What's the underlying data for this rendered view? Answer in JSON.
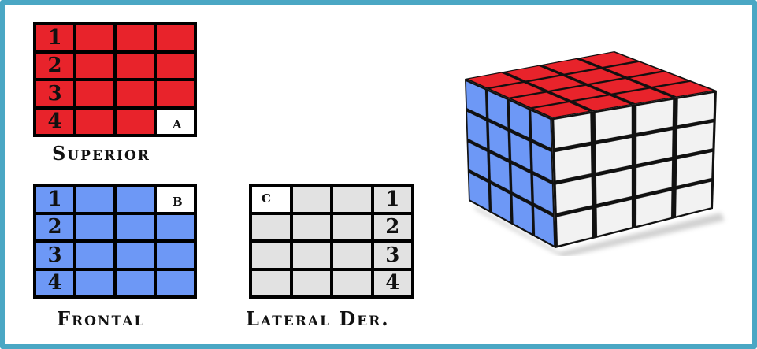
{
  "colors": {
    "frame": "#4aa7c4",
    "red": "#e8232b",
    "blue": "#6d98f6",
    "gray": "#e2e2e2",
    "white": "#ffffff"
  },
  "superior": {
    "caption": "Superior",
    "row_numbers": [
      "1",
      "2",
      "3",
      "4"
    ],
    "marked_label": "A"
  },
  "frontal": {
    "caption": "Frontal",
    "row_numbers": [
      "1",
      "2",
      "3",
      "4"
    ],
    "marked_label": "B"
  },
  "lateral": {
    "caption": "Lateral Der.",
    "row_numbers": [
      "1",
      "2",
      "3",
      "4"
    ],
    "marked_label": "C"
  },
  "cube": {
    "top_color": "red",
    "left_color": "blue",
    "right_color": "white",
    "size": "4x4x4"
  }
}
